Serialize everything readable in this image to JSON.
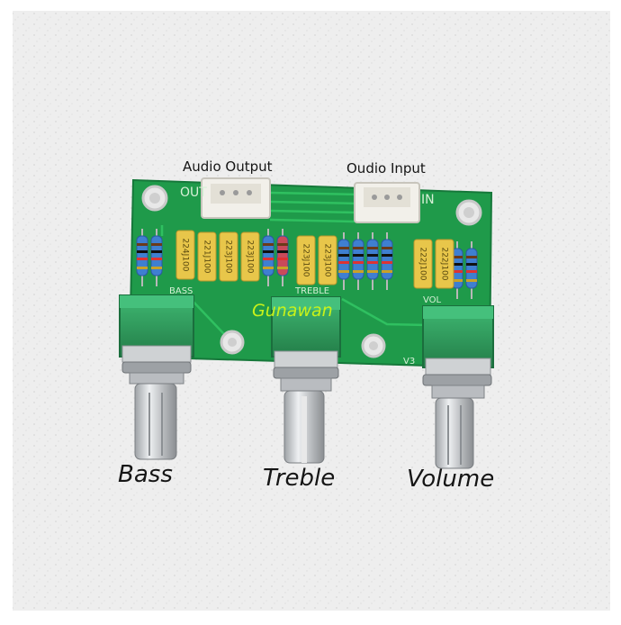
{
  "labels": {
    "audio_output": "Audio Output",
    "audio_input": "Oudio Input",
    "bass": "Bass",
    "treble": "Treble",
    "volume": "Volume"
  },
  "watermark": "Gunawan",
  "silkscreen": {
    "out": "OUT",
    "in": "IN",
    "bass": "BASS",
    "treble": "TREBLE",
    "vol": "VOL",
    "v3": "V3"
  },
  "capacitor_markings": [
    "224J100",
    "221J100",
    "223J100",
    "223J100",
    "223J100",
    "223J100",
    "222J100",
    "222J100"
  ],
  "colors": {
    "background": "#efefef",
    "pcb": "#1f9a4a",
    "pot_body": "#2e9d5e",
    "capacitor": "#e8c64a",
    "resistor": "#3f7fd0",
    "connector": "#f2f0ea",
    "shaft": "#c7c9cc",
    "watermark": "#c8f21a"
  }
}
